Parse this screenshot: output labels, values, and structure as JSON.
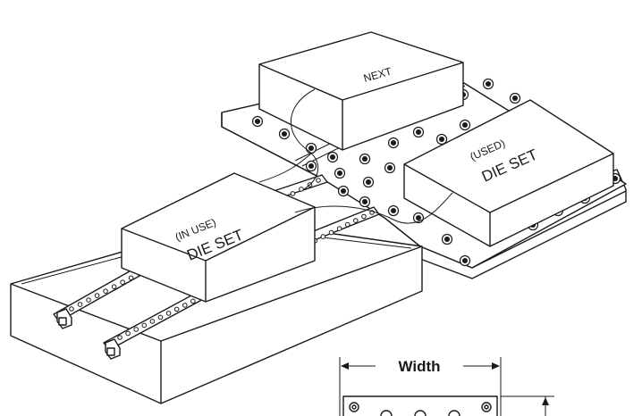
{
  "labels": {
    "next": "NEXT",
    "used_top": "(USED)",
    "used_bottom": "DIE SET",
    "inuse_top": "(IN USE)",
    "inuse_bottom": "DIE SET",
    "width": "Width"
  }
}
